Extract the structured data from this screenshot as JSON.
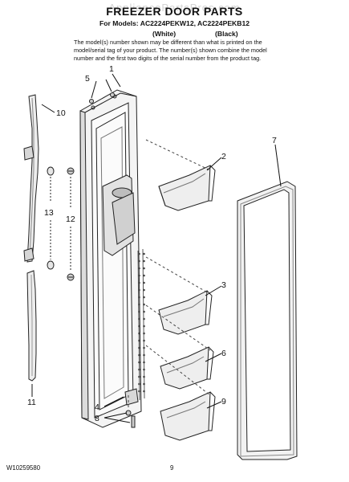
{
  "header": {
    "watermark": "AppliancePartsPros.com",
    "title": "FREEZER DOOR PARTS",
    "models_line": "For Models: AC2224PEKW12, AC2224PEKB12",
    "color_white": "(White)",
    "color_black": "(Black)",
    "description_lines": [
      "The model(s) number shown may be different than what is printed on the",
      "model/serial tag of your product. The number(s) shown combine the model",
      "number and the first two digits of the serial number from the product tag."
    ]
  },
  "callouts": [
    "1",
    "2",
    "3",
    "4",
    "5",
    "6",
    "7",
    "8",
    "9",
    "10",
    "11",
    "12",
    "13"
  ],
  "footer": {
    "diagram_code": "W10259580",
    "page_number": "9"
  }
}
